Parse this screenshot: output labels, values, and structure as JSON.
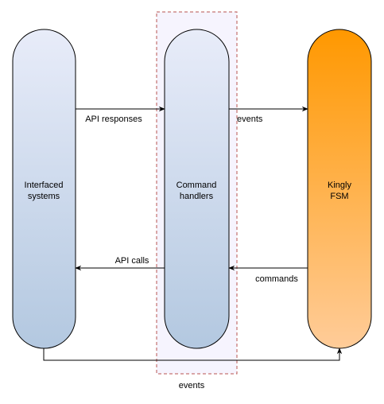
{
  "nodes": {
    "interfaced": {
      "line1": "Interfaced",
      "line2": "systems"
    },
    "handlers": {
      "line1": "Command",
      "line2": "handlers"
    },
    "fsm": {
      "line1": "Kingly",
      "line2": "FSM"
    }
  },
  "edges": {
    "api_responses": "API responses",
    "events_top": "events",
    "api_calls": "API calls",
    "commands": "commands",
    "events_bottom": "events"
  },
  "colors": {
    "blue_top": "#e8ecf9",
    "blue_bottom": "#b3c8e0",
    "orange_top": "#ff9800",
    "orange_bottom": "#ffcc99",
    "dashed_border": "#b85450",
    "highlight_fill": "#f6f4fe"
  }
}
